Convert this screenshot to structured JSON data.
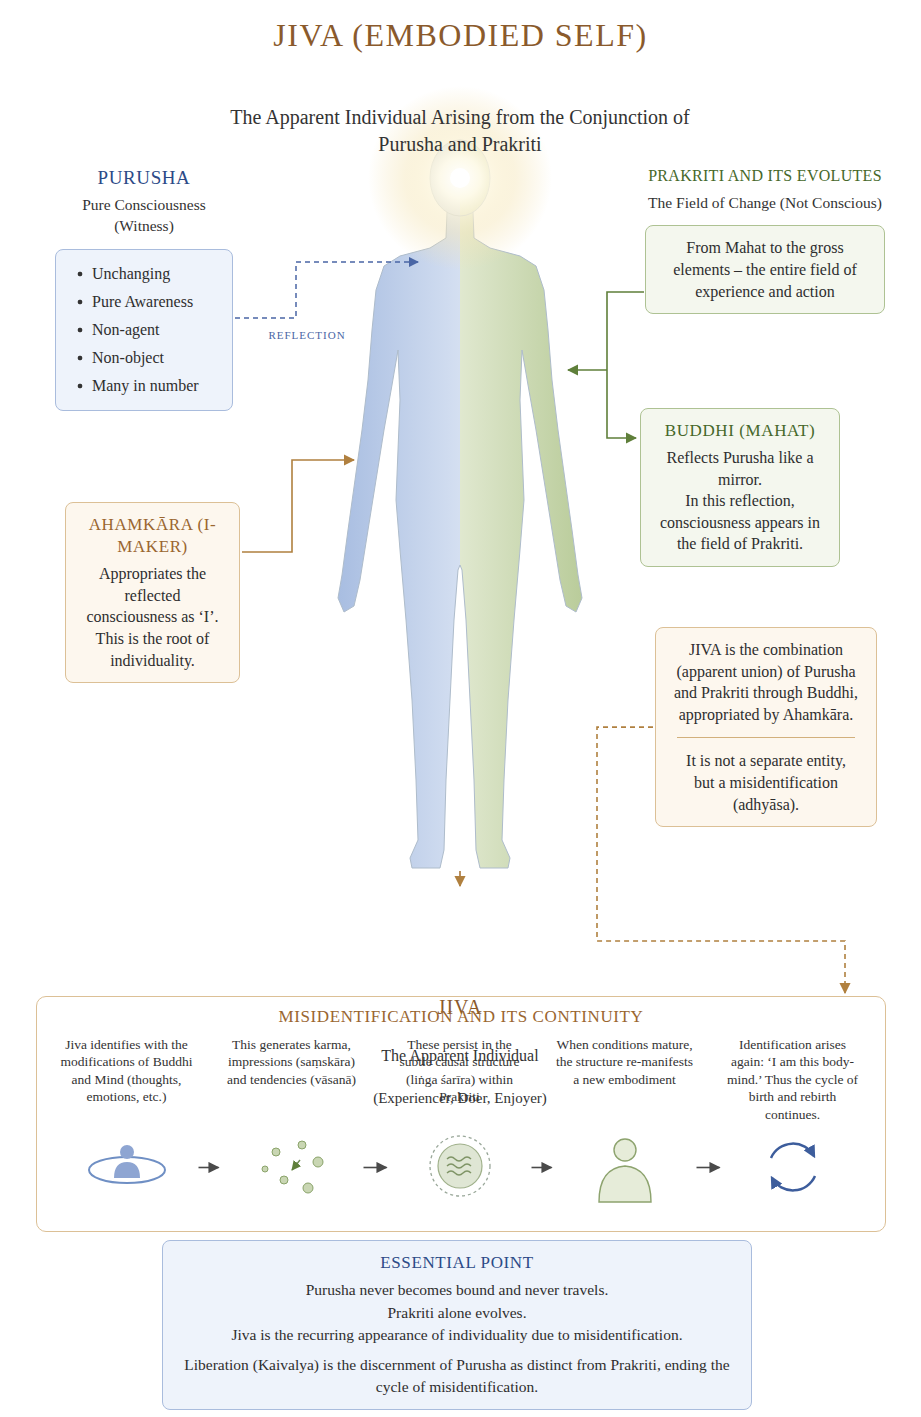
{
  "diagram": {
    "title": "JIVA (EMBODIED SELF)",
    "nodes": [
      {
        "text": [
          "PURUSHA",
          "Pure Consciousness (Witness)",
          "Unchanging",
          "Pure Awareness",
          "Non-agent",
          "Non-object",
          "Many in number"
        ]
      },
      {
        "text": [
          "PRAKRITI AND ITS EVOLUTES",
          "The Field of Change (Not Conscious)",
          "From Mahat to the gross elements – the entire field of experience and action"
        ]
      },
      {
        "text": [
          "BUDDHI (MAHAT)",
          "Reflects Purusha like a mirror.",
          "In this reflection, consciousness appears in the field of Prakriti."
        ]
      },
      {
        "text": [
          "AHAMKĀRA (I-MAKER)",
          "Appropriates the reflected consciousness as ‘I’.",
          "This is the root of individuality."
        ]
      },
      {
        "text": [
          "JIVA is the combination (apparent union) of Purusha and Prakriti through Buddhi, appropriated by Ahamkāra.",
          "It is not a separate entity, but a misidentification (adhyāsa)."
        ]
      },
      {
        "text": [
          "MISIDENTIFICATION AND ITS CONTINUITY"
        ]
      },
      {
        "text": [
          "Jiva identifies with the modifications of Buddhi and Mind (thoughts, emotions, etc.)"
        ],
        "in": 5
      },
      {
        "text": [
          "This generates karma, impressions (saṃskāra) and tendencies (vāsanā)"
        ],
        "in": 5
      },
      {
        "text": [
          "These persist in the subtle causal structure (liṅga śarīra) within Prakriti"
        ],
        "in": 5
      },
      {
        "text": [
          "When conditions mature, the structure re-manifests a new embodiment"
        ],
        "in": 5
      },
      {
        "text": [
          "Identification arises again: ‘I am this body-mind.’ Thus the cycle of birth and rebirth continues."
        ],
        "in": 5
      },
      {
        "text": [
          "ESSENTIAL POINT",
          "Purusha never becomes bound and never travels.",
          "Prakriti alone evolves.",
          "Jiva is the recurring appearance of individuality due to misidentification.",
          "Liberation (Kaivalya) is the discernment of Purusha as distinct from Prakriti, ending the cycle of misidentification."
        ]
      }
    ],
    "edges": [
      {
        "from": 4,
        "to": 5,
        "arrow": "to"
      },
      {
        "from": 6,
        "to": 7,
        "arrow": "to"
      },
      {
        "from": 7,
        "to": 8,
        "arrow": "to"
      },
      {
        "from": 8,
        "to": 9,
        "arrow": "to"
      },
      {
        "from": 9,
        "to": 10,
        "arrow": "to"
      }
    ],
    "labels": [
      "The Apparent Individual Arising from the Conjunction of Purusha and Prakriti",
      "REFLECTION",
      "JIVA",
      "The Apparent Individual",
      "(Experiencer, Doer, Enjoyer)"
    ]
  }
}
